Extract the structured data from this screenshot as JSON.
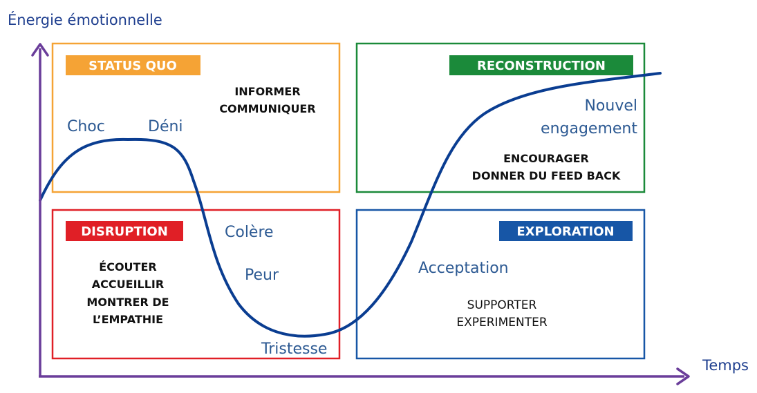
{
  "colors": {
    "axis": "#6a3d9a",
    "axis_label": "#1f3f8f",
    "curve": "#0a3d91",
    "status_quo": "#f5a335",
    "reconstruction": "#1b8a3a",
    "disruption": "#e01f26",
    "exploration": "#1756a6",
    "stage_text": "#2d5a93"
  },
  "axes": {
    "y_label": "Énergie émotionnelle",
    "x_label": "Temps"
  },
  "quadrants": {
    "status_quo": {
      "badge": "STATUS QUO",
      "actions": [
        "INFORMER",
        "COMMUNIQUER"
      ]
    },
    "reconstruction": {
      "badge": "RECONSTRUCTION",
      "actions": [
        "ENCOURAGER",
        "DONNER DU FEED BACK"
      ]
    },
    "disruption": {
      "badge": "DISRUPTION",
      "actions": [
        "ÉCOUTER",
        "ACCUEILLIR",
        "MONTRER DE",
        "L’EMPATHIE"
      ]
    },
    "exploration": {
      "badge": "EXPLORATION",
      "actions": [
        "SUPPORTER",
        "EXPERIMENTER"
      ]
    }
  },
  "stages": {
    "choc": "Choc",
    "deni": "Déni",
    "colere": "Colère",
    "peur": "Peur",
    "tristesse": "Tristesse",
    "acceptation": "Acceptation",
    "nouvel": "Nouvel",
    "engagement": "engagement"
  }
}
